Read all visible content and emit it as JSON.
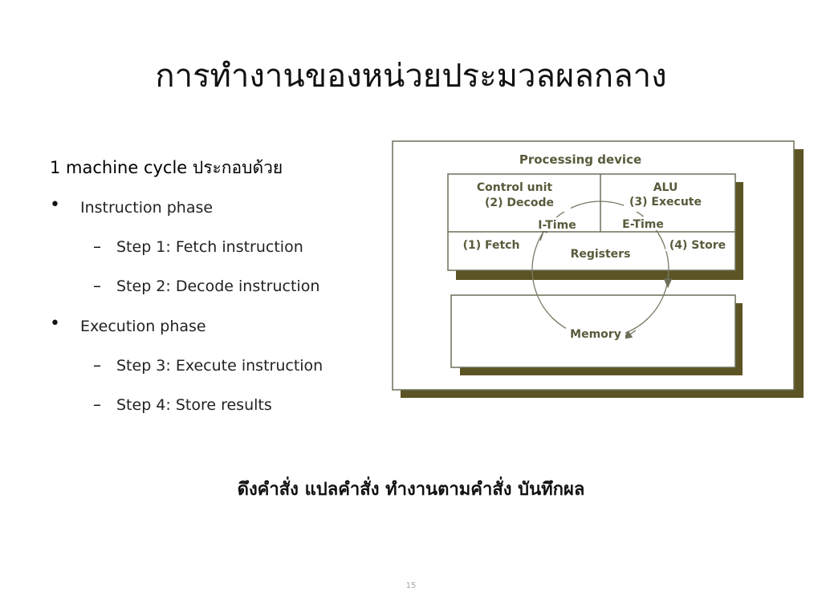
{
  "slide": {
    "title": "การทำงานของหน่วยประมวลผลกลาง",
    "lead_en": "1 machine cycle ",
    "lead_th": "ประกอบด้วย",
    "bullets": [
      {
        "label": "Instruction phase",
        "steps": [
          "Step 1: Fetch instruction",
          "Step 2: Decode instruction"
        ]
      },
      {
        "label": "Execution phase",
        "steps": [
          "Step 3: Execute instruction",
          "Step 4: Store results"
        ]
      }
    ],
    "bullet_glyph": "•",
    "dash_glyph": "–",
    "summary": "ดึงคำสั่ง แปลคำสั่ง ทำงานตามคำสั่ง บันทึกผล",
    "page_number": "15"
  },
  "diagram": {
    "title": "Processing device",
    "control_unit": "Control unit",
    "decode": "(2) Decode",
    "alu": "ALU",
    "execute": "(3) Execute",
    "i_time": "I-Time",
    "e_time": "E-Time",
    "fetch": "(1) Fetch",
    "registers": "Registers",
    "store": "(4) Store",
    "memory": "Memory"
  },
  "colors": {
    "shadow": "#5c5424",
    "label": "#5a5a3c",
    "frame": "#6e6e5a"
  }
}
